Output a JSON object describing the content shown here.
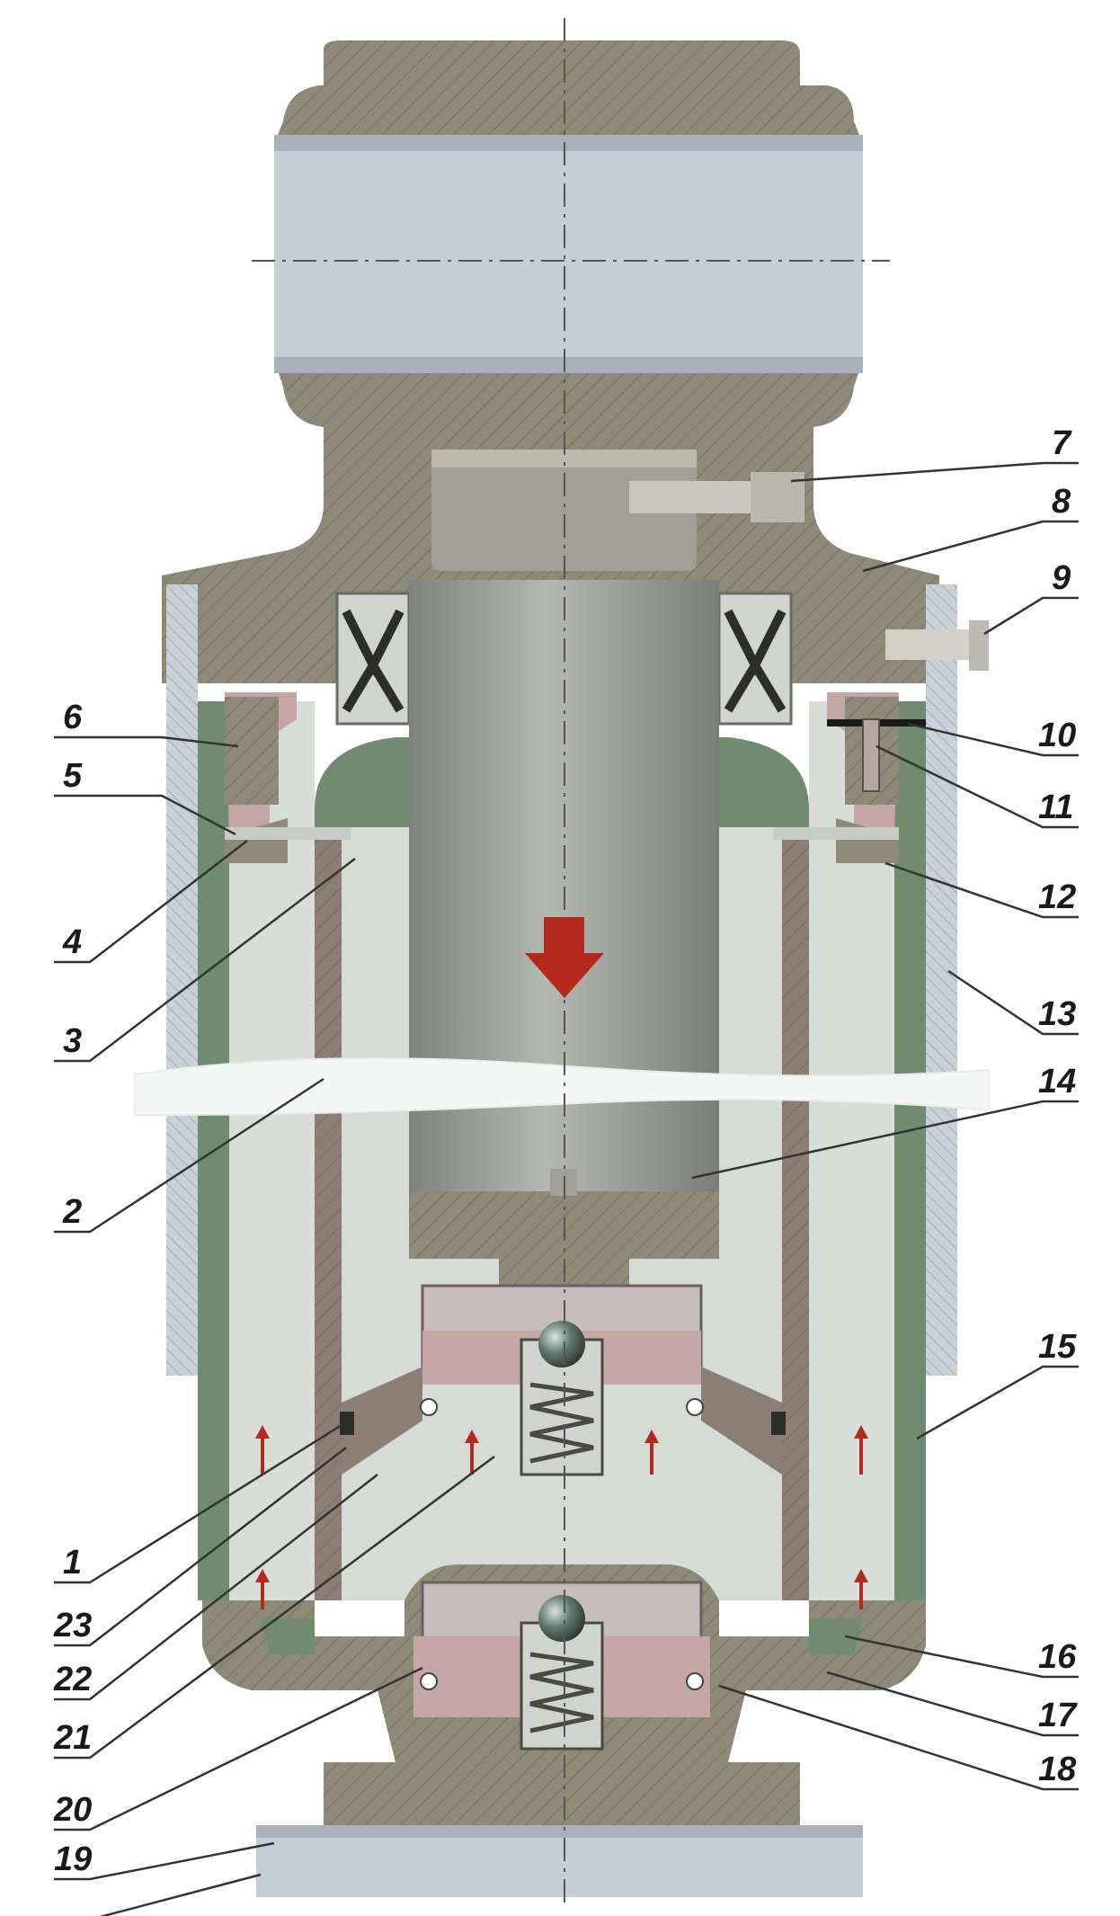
{
  "diagram": {
    "labels_left": [
      "6",
      "5",
      "4",
      "3",
      "2",
      "1",
      "23",
      "22",
      "21",
      "20",
      "19"
    ],
    "labels_right": [
      "7",
      "8",
      "9",
      "10",
      "11",
      "12",
      "13",
      "14",
      "15",
      "16",
      "17",
      "18"
    ]
  },
  "colors": {
    "housing": "#8e8a78",
    "outer_cylinder": "#6f8c6e",
    "working_cylinder": "#8b7e72",
    "liquid": "#d8ddd8",
    "rod": "#9a9d99",
    "casing": "#c9d0d8",
    "flow_arrow": "#b5281c"
  }
}
